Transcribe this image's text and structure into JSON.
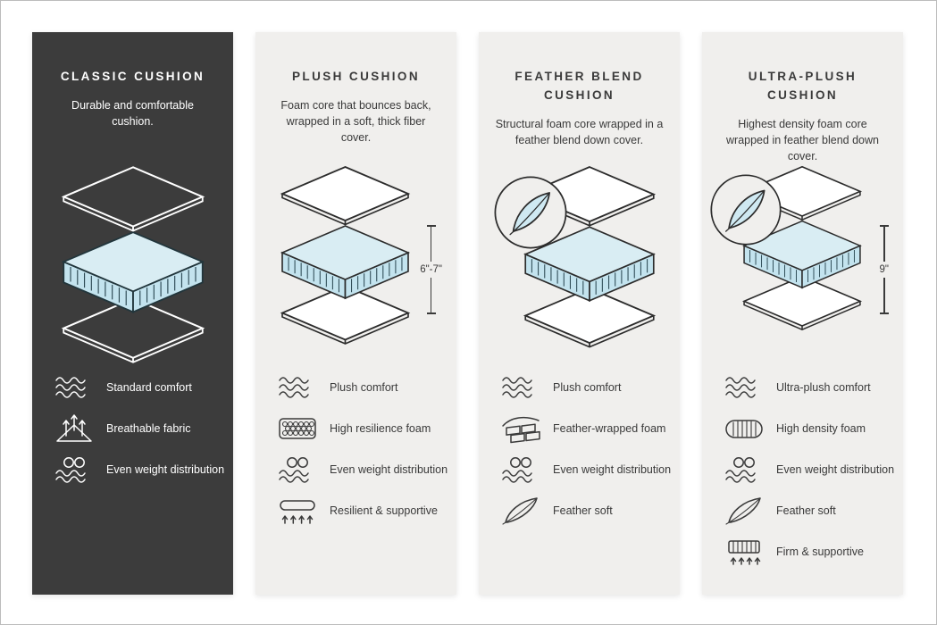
{
  "colors": {
    "dark_card": "#3c3c3c",
    "light_card": "#f0efed",
    "cushion_fill": "#cfe9f2",
    "outline": "#2c2c2c",
    "text_light": "#ffffff",
    "text_dark": "#3a3a3a"
  },
  "cards": [
    {
      "title": "CLASSIC CUSHION",
      "description": "Durable and comfortable cushion.",
      "features": [
        {
          "icon": "waves-icon",
          "label": "Standard comfort"
        },
        {
          "icon": "breathable-icon",
          "label": "Breathable fabric"
        },
        {
          "icon": "even-weight-icon",
          "label": "Even weight distribution"
        }
      ]
    },
    {
      "title": "PLUSH CUSHION",
      "description": "Foam core that bounces back, wrapped in a soft, thick fiber cover.",
      "measurement": "6\"-7\"",
      "features": [
        {
          "icon": "waves-icon",
          "label": "Plush comfort"
        },
        {
          "icon": "foam-bubbles-icon",
          "label": "High resilience foam"
        },
        {
          "icon": "even-weight-icon",
          "label": "Even weight distribution"
        },
        {
          "icon": "springs-icon",
          "label": "Resilient & supportive"
        }
      ]
    },
    {
      "title": "FEATHER BLEND CUSHION",
      "description": "Structural foam core wrapped in a feather blend down cover.",
      "features": [
        {
          "icon": "waves-icon",
          "label": "Plush comfort"
        },
        {
          "icon": "feather-foam-icon",
          "label": "Feather-wrapped foam"
        },
        {
          "icon": "even-weight-icon",
          "label": "Even weight distribution"
        },
        {
          "icon": "feather-icon",
          "label": "Feather soft"
        }
      ]
    },
    {
      "title": "ULTRA-PLUSH CUSHION",
      "description": "Highest density foam core wrapped in feather blend down cover.",
      "measurement": "9\"",
      "features": [
        {
          "icon": "waves-icon",
          "label": "Ultra-plush comfort"
        },
        {
          "icon": "density-foam-icon",
          "label": "High density foam"
        },
        {
          "icon": "even-weight-icon",
          "label": "Even weight distribution"
        },
        {
          "icon": "feather-icon",
          "label": "Feather soft"
        },
        {
          "icon": "firm-icon",
          "label": "Firm & supportive"
        }
      ]
    }
  ]
}
